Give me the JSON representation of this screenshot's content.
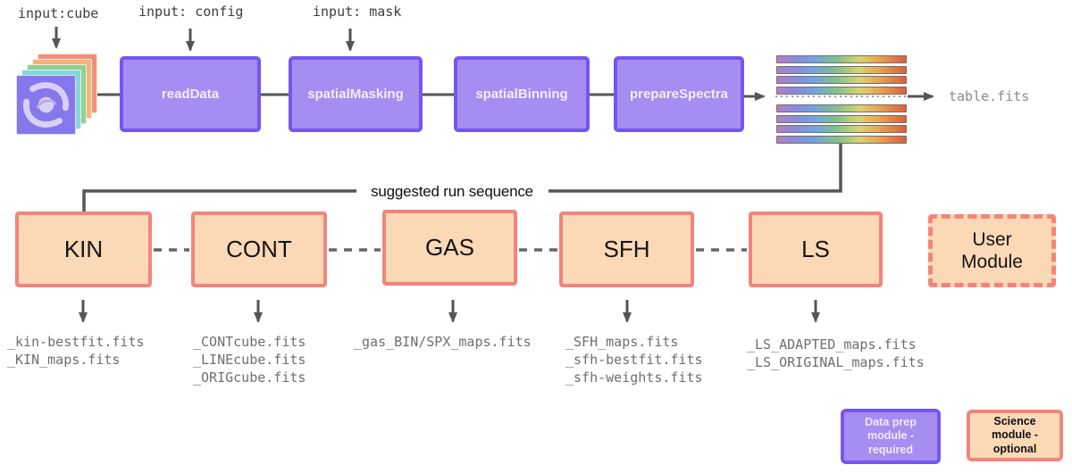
{
  "diagram": {
    "inputs": [
      {
        "label": "input:cube"
      },
      {
        "label": "input: config"
      },
      {
        "label": "input: mask"
      }
    ],
    "prep_modules": [
      {
        "label": "readData"
      },
      {
        "label": "spatialMasking"
      },
      {
        "label": "spatialBinning"
      },
      {
        "label": "prepareSpectra"
      }
    ],
    "spectra_output": "table.fits",
    "run_sequence_label": "suggested run sequence",
    "science_modules": [
      {
        "label": "KIN",
        "outputs": "_kin-bestfit.fits\n_KIN_maps.fits"
      },
      {
        "label": "CONT",
        "outputs": "_CONTcube.fits\n_LINEcube.fits\n_ORIGcube.fits"
      },
      {
        "label": "GAS",
        "outputs": "_gas_BIN/SPX_maps.fits"
      },
      {
        "label": "SFH",
        "outputs": "_SFH_maps.fits\n_sfh-bestfit.fits\n_sfh-weights.fits"
      },
      {
        "label": "LS",
        "outputs": "_LS_ADAPTED_maps.fits\n_LS_ORIGINAL_maps.fits"
      }
    ],
    "user_module": {
      "label": "User\nModule"
    },
    "legend": {
      "data_prep_label": "Data prep\nmodule -\nrequired",
      "science_label": "Science\nmodule -\noptional"
    },
    "colors": {
      "prep_fill": "#a78df1",
      "prep_border": "#7357ee",
      "science_fill": "#fbd9b6",
      "science_border": "#f3847c",
      "connector": "#555555"
    }
  }
}
